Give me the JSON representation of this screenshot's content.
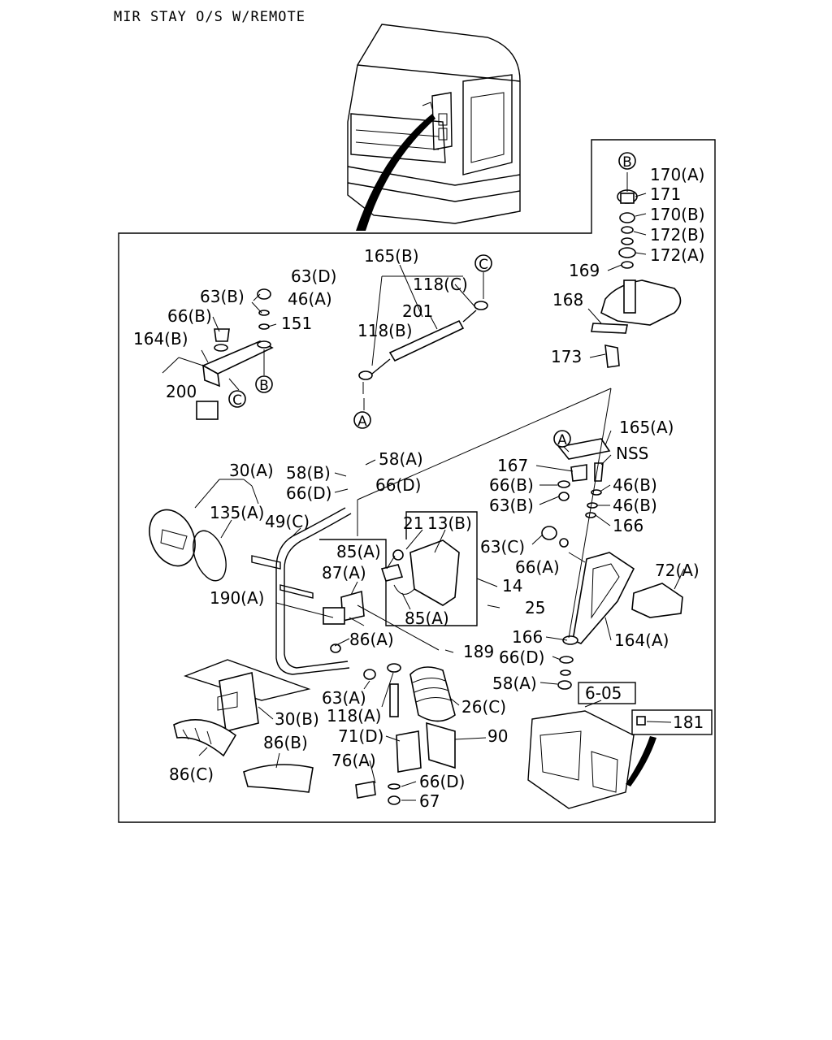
{
  "title": "MIR STAY O/S W/REMOTE",
  "callouts": [
    {
      "id": "163",
      "text": "165(B)"
    },
    {
      "id": "118c",
      "text": "118(C)"
    },
    {
      "id": "201",
      "text": "201"
    },
    {
      "id": "118b",
      "text": "118(B)"
    },
    {
      "id": "63d",
      "text": "63(D)"
    },
    {
      "id": "63b1",
      "text": "63(B)"
    },
    {
      "id": "46a",
      "text": "46(A)"
    },
    {
      "id": "66b1",
      "text": "66(B)"
    },
    {
      "id": "151",
      "text": "151"
    },
    {
      "id": "164b",
      "text": "164(B)"
    },
    {
      "id": "200",
      "text": "200"
    },
    {
      "id": "170a",
      "text": "170(A)"
    },
    {
      "id": "171",
      "text": "171"
    },
    {
      "id": "170b",
      "text": "170(B)"
    },
    {
      "id": "172b",
      "text": "172(B)"
    },
    {
      "id": "172a",
      "text": "172(A)"
    },
    {
      "id": "169",
      "text": "169"
    },
    {
      "id": "168",
      "text": "168"
    },
    {
      "id": "173",
      "text": "173"
    },
    {
      "id": "165a",
      "text": "165(A)"
    },
    {
      "id": "nss",
      "text": "NSS"
    },
    {
      "id": "167",
      "text": "167"
    },
    {
      "id": "66b2",
      "text": "66(B)"
    },
    {
      "id": "46b1",
      "text": "46(B)"
    },
    {
      "id": "63b2",
      "text": "63(B)"
    },
    {
      "id": "46b2",
      "text": "46(B)"
    },
    {
      "id": "166a",
      "text": "166"
    },
    {
      "id": "63c",
      "text": "63(C)"
    },
    {
      "id": "66a",
      "text": "66(A)"
    },
    {
      "id": "72a",
      "text": "72(A)"
    },
    {
      "id": "166b",
      "text": "166"
    },
    {
      "id": "164a",
      "text": "164(A)"
    },
    {
      "id": "66d3",
      "text": "66(D)"
    },
    {
      "id": "58a2",
      "text": "58(A)"
    },
    {
      "id": "605",
      "text": "6-05"
    },
    {
      "id": "181",
      "text": "181"
    },
    {
      "id": "58a1",
      "text": "58(A)"
    },
    {
      "id": "58b",
      "text": "58(B)"
    },
    {
      "id": "30a",
      "text": "30(A)"
    },
    {
      "id": "66d1",
      "text": "66(D)"
    },
    {
      "id": "66d2",
      "text": "66(D)"
    },
    {
      "id": "135a",
      "text": "135(A)"
    },
    {
      "id": "49c",
      "text": "49(C)"
    },
    {
      "id": "21",
      "text": "21"
    },
    {
      "id": "13b",
      "text": "13(B)"
    },
    {
      "id": "85a1",
      "text": "85(A)"
    },
    {
      "id": "87a",
      "text": "87(A)"
    },
    {
      "id": "14",
      "text": "14"
    },
    {
      "id": "190a",
      "text": "190(A)"
    },
    {
      "id": "25",
      "text": "25"
    },
    {
      "id": "85a2",
      "text": "85(A)"
    },
    {
      "id": "86a",
      "text": "86(A)"
    },
    {
      "id": "189",
      "text": "189"
    },
    {
      "id": "63a",
      "text": "63(A)"
    },
    {
      "id": "118a",
      "text": "118(A)"
    },
    {
      "id": "26c",
      "text": "26(C)"
    },
    {
      "id": "30b",
      "text": "30(B)"
    },
    {
      "id": "71d",
      "text": "71(D)"
    },
    {
      "id": "90",
      "text": "90"
    },
    {
      "id": "86b",
      "text": "86(B)"
    },
    {
      "id": "76a",
      "text": "76(A)"
    },
    {
      "id": "66d4",
      "text": "66(D)"
    },
    {
      "id": "86c",
      "text": "86(C)"
    },
    {
      "id": "67",
      "text": "67"
    }
  ],
  "refs": [
    {
      "id": "ref_b_top",
      "text": "B"
    },
    {
      "id": "ref_c_top",
      "text": "C"
    },
    {
      "id": "ref_a_mid",
      "text": "A"
    },
    {
      "id": "ref_b_left",
      "text": "B"
    },
    {
      "id": "ref_c_left",
      "text": "C"
    },
    {
      "id": "ref_a_right",
      "text": "A"
    }
  ]
}
